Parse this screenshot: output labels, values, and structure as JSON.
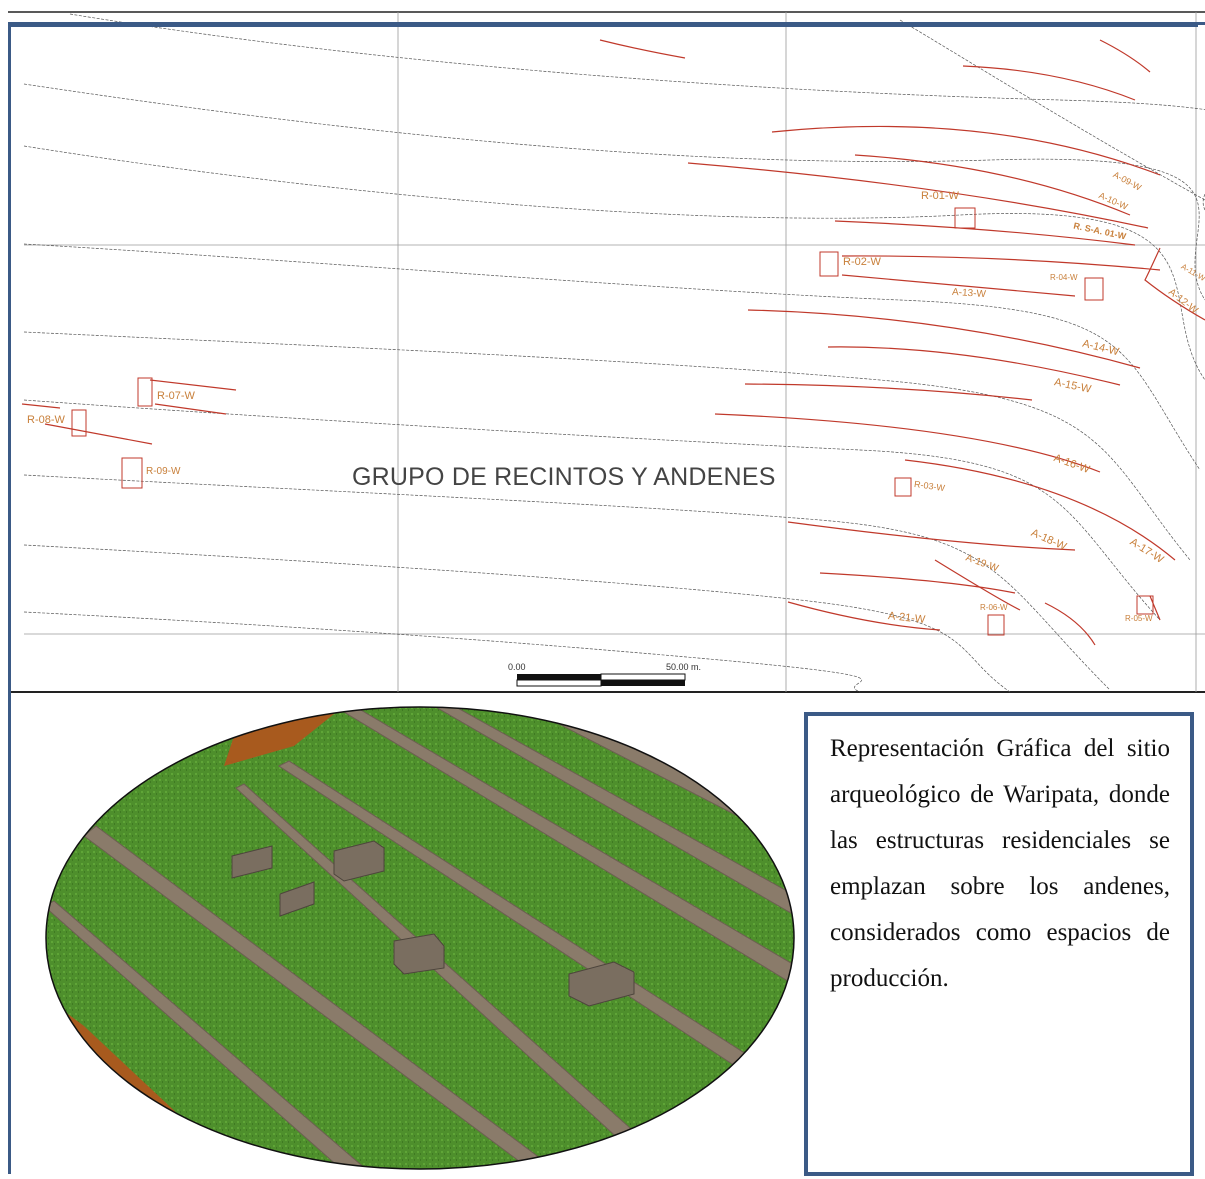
{
  "plan": {
    "title": "GRUPO DE RECINTOS Y ANDENES",
    "scale_start": "0.00",
    "scale_end": "50.00 m.",
    "enclosures": [
      "R-01-W",
      "R-02-W",
      "R-03-W",
      "R-04-W",
      "R-05-W",
      "R-06-W",
      "R-07-W",
      "R-08-W",
      "R-09-W"
    ],
    "terraces": [
      "A-09-W",
      "A-10-W",
      "R. S-A. 01-W",
      "A-11-W",
      "A-12-W",
      "A-13-W",
      "A-14-W",
      "A-15-W",
      "A-16-W",
      "A-17-W",
      "A-18-W",
      "A-19-W",
      "A-21-W"
    ],
    "colors": {
      "wall": "#c0392b",
      "label": "#c87f3a",
      "frame": "#3b5a86"
    }
  },
  "caption": {
    "text": "Representación Gráfica del sitio arqueológico de Waripata, donde las estructuras residenciales se emplazan sobre los andenes, considerados como espacios de producción."
  },
  "render": {
    "colors": {
      "grass": "#4e8f2c",
      "wall": "#8a7b6a",
      "soil": "#a85a1e"
    }
  }
}
